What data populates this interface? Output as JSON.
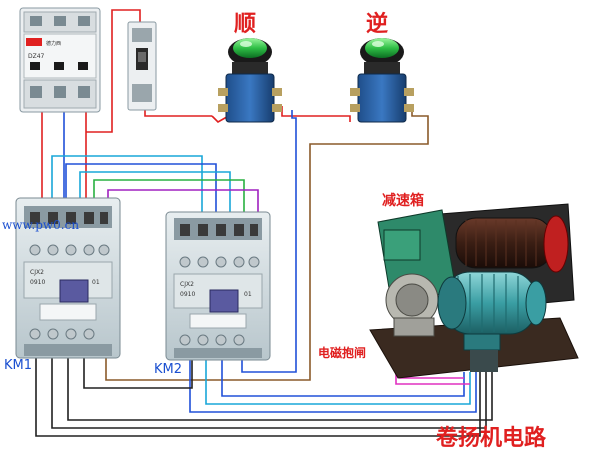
{
  "labels": {
    "forward": "顺",
    "reverse": "逆",
    "reducer": "减速箱",
    "brake": "电磁抱闸",
    "km1": "KM1",
    "km2": "KM2",
    "title": "卷扬机电路",
    "watermark": "www.pw0.cn"
  },
  "device_text": {
    "breaker_brand": "德力西",
    "breaker_model": "DZ47",
    "km_model": "CJX2",
    "km_rating": "0910",
    "km_contact": "01"
  },
  "colors": {
    "red": "#e02020",
    "blue": "#2050d8",
    "cyan": "#19a7d8",
    "green": "#28b040",
    "purple": "#a020c0",
    "brown": "#8a5a2a",
    "black": "#202020",
    "magenta": "#e030c0"
  }
}
